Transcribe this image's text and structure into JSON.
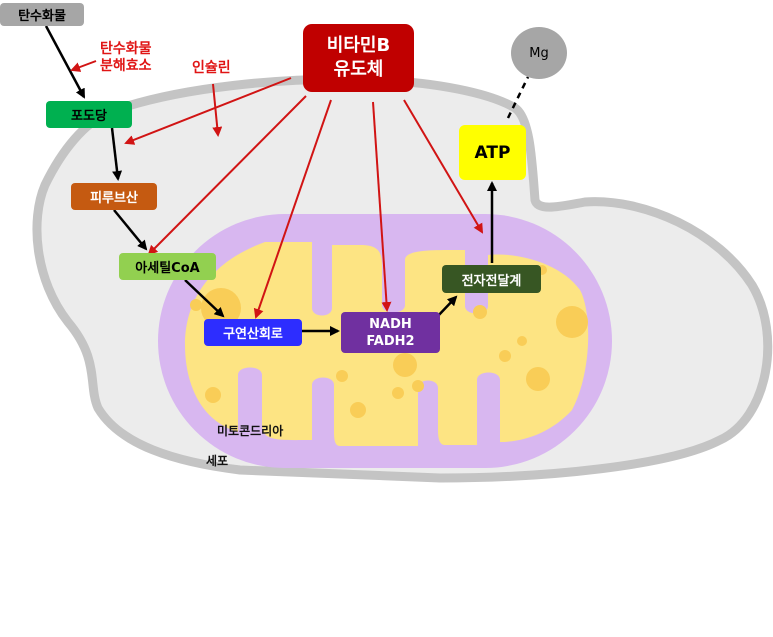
{
  "nodes": {
    "carbohydrate": "탄수화물",
    "glucose": "포도당",
    "pyruvate": "피루브산",
    "acetyl_coa": "아세틸CoA",
    "citric_acid_cycle": "구연산회로",
    "nadh_fadh2": "NADH\nFADH2",
    "electron_transport": "전자전달계",
    "atp": "ATP",
    "mg": "Mg",
    "vitamin_b": "비타민B\n유도체"
  },
  "labels": {
    "carbohydrate_enzyme": "탄수화물\n분해효소",
    "insulin": "인슐린",
    "mitochondria": "미토콘드리아",
    "cell": "세포"
  },
  "colors": {
    "cell_fill": "#ececec",
    "cell_stroke": "#c4c4c4",
    "mito_outer": "#d8b7f0",
    "mito_matrix": "#fde483",
    "matrix_spot": "#f9cd57",
    "arrow_red": "#d11414",
    "vitamin_b": "#c00000",
    "glucose": "#00b050",
    "pyruvate": "#c55a11",
    "acetyl_coa": "#92d050",
    "citric_acid_cycle": "#2d2dff",
    "nadh_fadh2": "#7030a0",
    "electron_transport": "#375623",
    "atp": "#ffff00",
    "mg": "#a6a6a6",
    "carbohydrate": "#a6a6a6"
  }
}
